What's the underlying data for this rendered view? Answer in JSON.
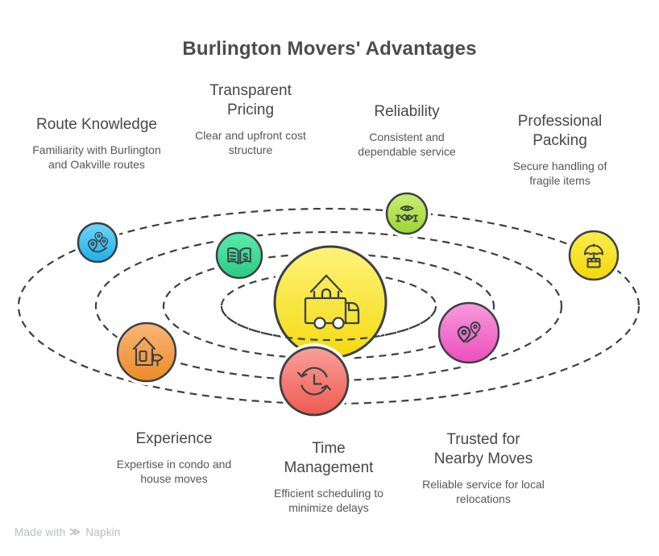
{
  "title": "Burlington Movers' Advantages",
  "center": {
    "icon": "moving-truck-house-icon",
    "color": "#f8e41c"
  },
  "colors": {
    "outline": "#3b4046",
    "background": "#ffffff"
  },
  "advantages": [
    {
      "id": "route-knowledge",
      "title": "Route Knowledge",
      "description": "Familiarity with Burlington and Oakville routes",
      "icon": "map-pins-route-icon",
      "color": "#3bbef0"
    },
    {
      "id": "transparent-pricing",
      "title": "Transparent Pricing",
      "description": "Clear and upfront cost structure",
      "icon": "price-book-icon",
      "icon_glyph": "$",
      "color": "#3ddc97"
    },
    {
      "id": "reliability",
      "title": "Reliability",
      "description": "Consistent and dependable service",
      "icon": "handshake-eye-icon",
      "color": "#a4e24a"
    },
    {
      "id": "professional-packing",
      "title": "Professional Packing",
      "description": "Secure handling of fragile items",
      "icon": "umbrella-box-icon",
      "color": "#f8e11c"
    },
    {
      "id": "experience",
      "title": "Experience",
      "description": "Expertise in condo and house moves",
      "icon": "house-direction-sign-icon",
      "color": "#f49a42"
    },
    {
      "id": "time-management",
      "title": "Time Management",
      "description": "Efficient scheduling to minimize delays",
      "icon": "clock-refresh-icon",
      "color": "#f4726a"
    },
    {
      "id": "trusted-nearby-moves",
      "title": "Trusted for Nearby Moves",
      "description": "Reliable service for local relocations",
      "icon": "nearby-pins-icon",
      "color": "#f06ecb"
    }
  ],
  "watermark": {
    "made_with": "Made with",
    "brand": "Napkin"
  }
}
